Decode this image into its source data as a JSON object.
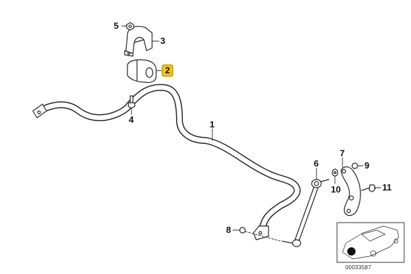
{
  "diagram": {
    "title": "Front stabilizer bar exploded parts diagram",
    "highlight_color": "#f5c518",
    "highlighted_part": "2",
    "parts": [
      {
        "number": "1",
        "name": "stabilizer-bar"
      },
      {
        "number": "2",
        "name": "rubber-mounting-bushing"
      },
      {
        "number": "3",
        "name": "bracket"
      },
      {
        "number": "4",
        "name": "bolt"
      },
      {
        "number": "5",
        "name": "nut"
      },
      {
        "number": "6",
        "name": "stabilizer-link"
      },
      {
        "number": "7",
        "name": "link-bracket"
      },
      {
        "number": "8",
        "name": "self-locking-nut"
      },
      {
        "number": "9",
        "name": "nut"
      },
      {
        "number": "10",
        "name": "washer"
      },
      {
        "number": "11",
        "name": "bolt"
      }
    ],
    "labels": {
      "p1": "1",
      "p2": "2",
      "p3": "3",
      "p4": "4",
      "p5": "5",
      "p6": "6",
      "p7": "7",
      "p8": "8",
      "p9": "9",
      "p10": "10",
      "p11": "11"
    },
    "inset": {
      "icon": "car-location-icon",
      "reference_number": "00033587"
    }
  }
}
